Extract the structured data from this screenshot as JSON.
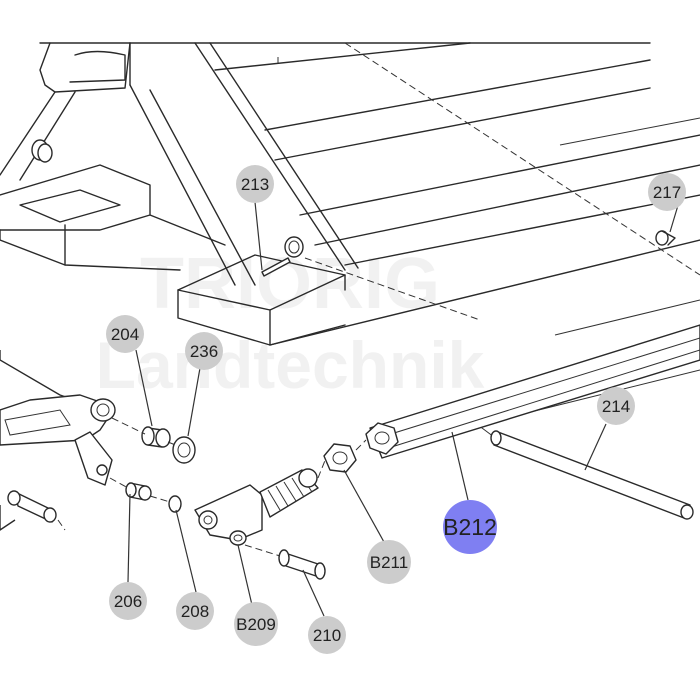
{
  "watermark": {
    "line1": "TRIORIG",
    "line2": "Landtechnik"
  },
  "colors": {
    "callout": "#cccccc",
    "highlight": "#7f7ff2"
  },
  "callouts": [
    {
      "id": "c213",
      "label": "213",
      "highlighted": false
    },
    {
      "id": "c217",
      "label": "217",
      "highlighted": false
    },
    {
      "id": "c204",
      "label": "204",
      "highlighted": false
    },
    {
      "id": "c236",
      "label": "236",
      "highlighted": false
    },
    {
      "id": "c214",
      "label": "214",
      "highlighted": false
    },
    {
      "id": "cB212",
      "label": "B212",
      "highlighted": true
    },
    {
      "id": "cB211",
      "label": "B211",
      "highlighted": false
    },
    {
      "id": "c206",
      "label": "206",
      "highlighted": false
    },
    {
      "id": "c208",
      "label": "208",
      "highlighted": false
    },
    {
      "id": "cB209",
      "label": "B209",
      "highlighted": false
    },
    {
      "id": "c210",
      "label": "210",
      "highlighted": false
    }
  ]
}
